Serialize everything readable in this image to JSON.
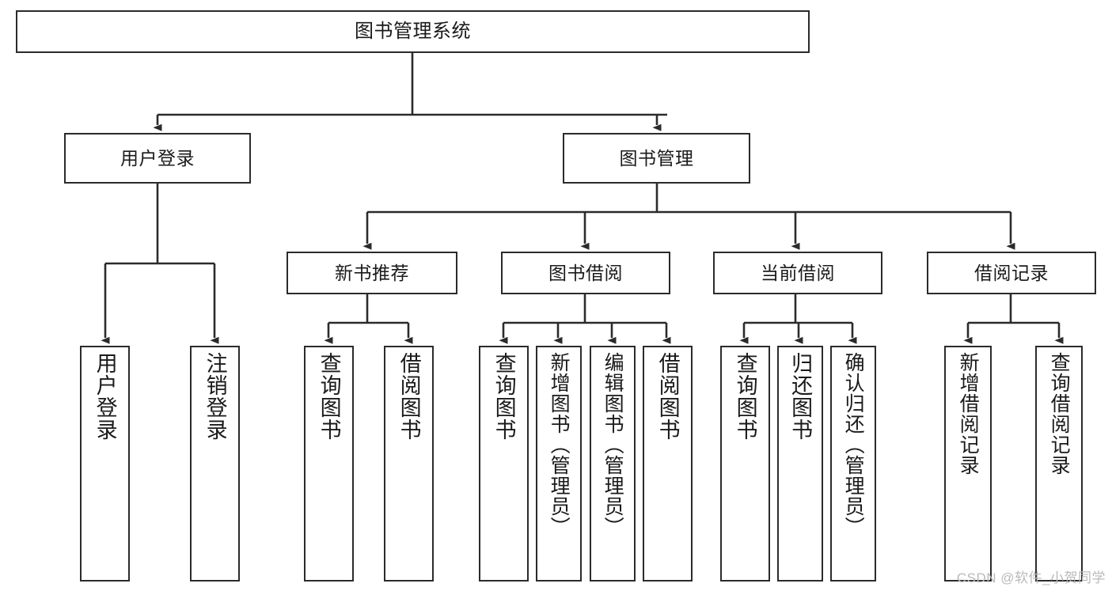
{
  "diagram": {
    "title": "图书管理系统",
    "type": "tree-hierarchy",
    "watermark": "CSDN @软件_小贺同学",
    "root": {
      "id": "root",
      "label": "图书管理系统"
    },
    "level1": [
      {
        "id": "user-login",
        "label": "用户登录"
      },
      {
        "id": "book-manage",
        "label": "图书管理"
      }
    ],
    "level2": [
      {
        "id": "new-book-rec",
        "label": "新书推荐",
        "parent": "book-manage"
      },
      {
        "id": "book-borrow",
        "label": "图书借阅",
        "parent": "book-manage"
      },
      {
        "id": "current-borrow",
        "label": "当前借阅",
        "parent": "book-manage"
      },
      {
        "id": "borrow-record",
        "label": "借阅记录",
        "parent": "book-manage"
      }
    ],
    "leaves": [
      {
        "id": "leaf-user-login",
        "label": "用户登录",
        "parent": "user-login"
      },
      {
        "id": "leaf-logout",
        "label": "注销登录",
        "parent": "user-login"
      },
      {
        "id": "leaf-query-book-1",
        "label": "查询图书",
        "parent": "new-book-rec"
      },
      {
        "id": "leaf-borrow-book-1",
        "label": "借阅图书",
        "parent": "new-book-rec"
      },
      {
        "id": "leaf-query-book-2",
        "label": "查询图书",
        "parent": "book-borrow"
      },
      {
        "id": "leaf-add-book",
        "label": "新增图书（管理员）",
        "parent": "book-borrow"
      },
      {
        "id": "leaf-edit-book",
        "label": "编辑图书（管理员）",
        "parent": "book-borrow"
      },
      {
        "id": "leaf-borrow-book-2",
        "label": "借阅图书",
        "parent": "book-borrow"
      },
      {
        "id": "leaf-query-book-3",
        "label": "查询图书",
        "parent": "current-borrow"
      },
      {
        "id": "leaf-return-book",
        "label": "归还图书",
        "parent": "current-borrow"
      },
      {
        "id": "leaf-confirm-return",
        "label": "确认归还（管理员）",
        "parent": "current-borrow"
      },
      {
        "id": "leaf-add-record",
        "label": "新增借阅记录",
        "parent": "borrow-record"
      },
      {
        "id": "leaf-query-record",
        "label": "查询借阅记录",
        "parent": "borrow-record"
      }
    ],
    "colors": {
      "stroke": "#2b2b2b",
      "fill": "#ffffff",
      "text": "#1a1a1a",
      "watermark": "#b9b9b9"
    }
  }
}
